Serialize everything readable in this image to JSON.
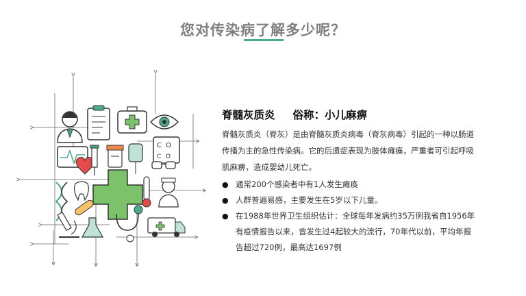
{
  "slide": {
    "title": "您对传染病了解多少呢？",
    "accent_color": "#4aaa8e",
    "illustration_icons": [
      "doctor-icon",
      "clipboard-icon",
      "first-aid-kit-icon",
      "eye-icon",
      "eye-chart-icon",
      "monitor-icon",
      "heart-icon",
      "syringe-icon",
      "pill-bottle-icon",
      "iv-drip-icon",
      "glasses-icon",
      "dna-icon",
      "tooth-icon",
      "bandage-icon",
      "medical-cross-icon",
      "thermometer-icon",
      "nurse-icon",
      "microscope-icon",
      "flask-icon",
      "stethoscope-icon",
      "ambulance-icon"
    ]
  },
  "content": {
    "heading_name": "脊髓灰质炎",
    "heading_alias": "俗称：小儿麻痹",
    "intro": "脊髓灰质炎（脊灰）是由脊髓灰质炎病毒（脊灰病毒）引起的一种以肠道传播为主的急性传染病。它的后遗症表现为肢体瘫痪，严重者可引起呼吸肌麻痹，造成婴幼儿死亡。",
    "bullet_glyph": "●",
    "points": [
      "通常200个感染者中有1人发生瘫痪",
      "人群普遍易感，主要发生在5岁以下儿童。",
      "在1988年世界卫生组织估计：全球每年发病约35万例我省自1956年有疫情报告以来，曾发生过4起较大的流行，70年代以前，平均年报告超过720例，最高达1697例"
    ]
  }
}
